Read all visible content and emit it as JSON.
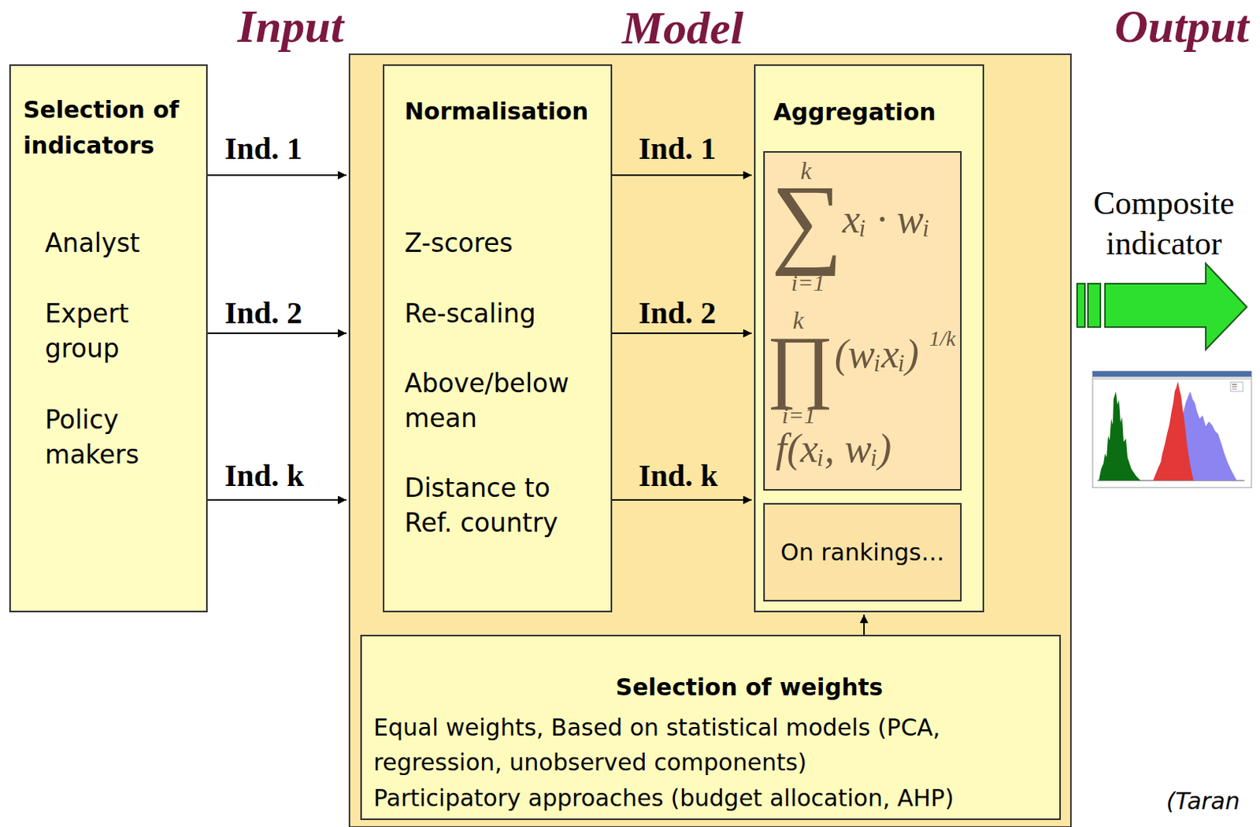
{
  "diagram": {
    "nodes": [
      {
        "text": [
          "Selection of indicators",
          "Analyst",
          "Expert group",
          "Policy makers"
        ]
      },
      {
        "text": [
          "Model"
        ]
      },
      {
        "text": [
          "Normalisation",
          "Z-scores",
          "Re-scaling",
          "Above/below mean",
          "Distance to Ref. country"
        ],
        "in": 1
      },
      {
        "text": [
          "Aggregation"
        ],
        "in": 1
      },
      {
        "text": [
          "k",
          "∑",
          "xᵢ · wᵢ",
          "i=1",
          "k",
          "∏",
          "(wᵢxᵢ)",
          "1/k",
          "i=1",
          "f(xᵢ, wᵢ)"
        ],
        "in": 3
      },
      {
        "text": [
          "On rankings…"
        ],
        "in": 3
      },
      {
        "text": [
          "Selection of weights",
          "Equal weights, Based on statistical models (PCA, regression, unobserved components)",
          "Participatory approaches (budget allocation, AHP)"
        ],
        "in": 1
      }
    ],
    "edges": [
      {
        "from": 0,
        "to": 1,
        "label": "Ind. 1",
        "arrow": "to"
      },
      {
        "from": 0,
        "to": 1,
        "label": "Ind. 2",
        "arrow": "to"
      },
      {
        "from": 0,
        "to": 1,
        "label": "Ind. k",
        "arrow": "to"
      },
      {
        "from": 2,
        "to": 3,
        "label": "Ind. 1",
        "arrow": "to"
      },
      {
        "from": 2,
        "to": 3,
        "label": "Ind. 2",
        "arrow": "to"
      },
      {
        "from": 2,
        "to": 3,
        "label": "Ind. k",
        "arrow": "to"
      },
      {
        "from": 6,
        "to": 3,
        "arrow": "to"
      }
    ],
    "labels": [
      "Input",
      "Output",
      "Composite indicator",
      "(Taran"
    ]
  }
}
